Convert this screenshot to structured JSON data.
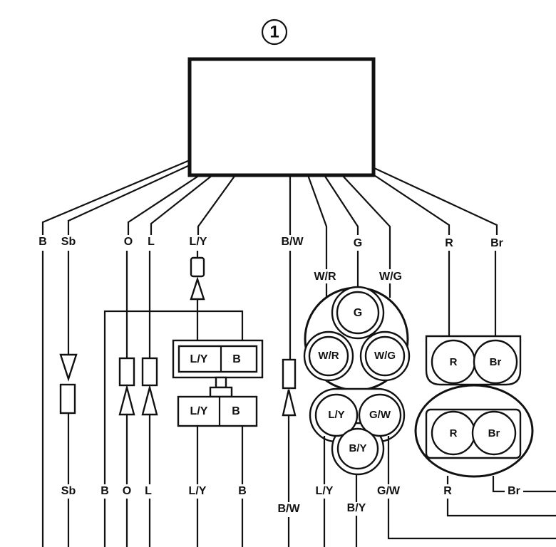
{
  "component_number": "1",
  "wire_labels_top": {
    "b": "B",
    "sb": "Sb",
    "o": "O",
    "l": "L",
    "ly": "L/Y",
    "bw": "B/W",
    "g": "G",
    "r": "R",
    "br": "Br",
    "wr": "W/R",
    "wg": "W/G"
  },
  "connector_ly_b": {
    "left": "L/Y",
    "right": "B"
  },
  "connector_ly_b_lower": {
    "left": "L/Y",
    "right": "B"
  },
  "round_connector_upper": {
    "top": "G",
    "left": "W/R",
    "right": "W/G"
  },
  "round_connector_lower": {
    "left": "L/Y",
    "right": "G/W",
    "bottom": "B/Y"
  },
  "rbr_connector_upper": {
    "left": "R",
    "right": "Br"
  },
  "rbr_connector_lower": {
    "left": "R",
    "right": "Br"
  },
  "wire_labels_bottom": {
    "sb": "Sb",
    "b": "B",
    "o": "O",
    "l": "L",
    "ly": "L/Y",
    "b2": "B",
    "bw": "B/W",
    "ly2": "L/Y",
    "by": "B/Y",
    "gw": "G/W",
    "r": "R",
    "br": "Br"
  }
}
